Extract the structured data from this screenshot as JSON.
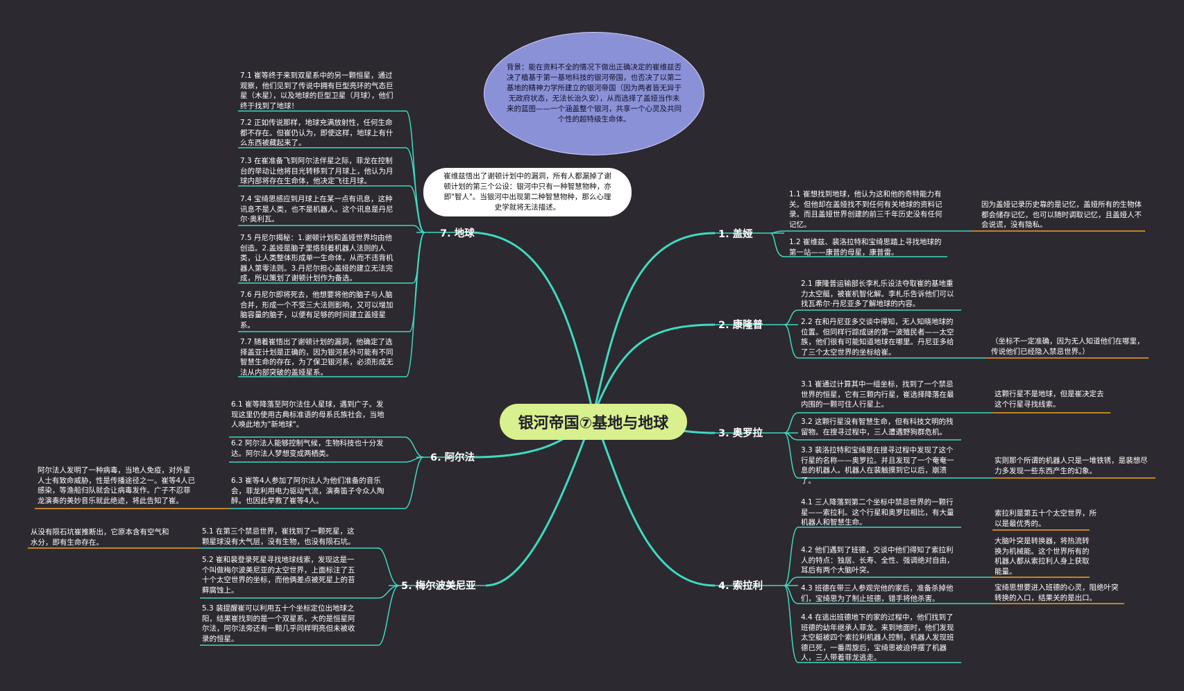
{
  "title": "银河帝国⑦基地与地球",
  "background_note": "背景：能在资料不全的情况下做出正确决定的崔维兹否决了植基于第一基地科技的银河帝国，也否决了以第二基地的精神力学所建立的银河帝国（因为两者皆无异于无政府状态，无法长治久安），从而选择了盖娅当作未来的蓝图——一个涵盖整个银河，共享一个心灵及共同个性的超特级生命体。",
  "callout": "崔维兹悟出了谢顿计划中的漏洞，所有人都漏掉了谢顿计划的第三个公设：银河中只有一种智慧物种，亦即\"智人\"。当银河中出现第二种智慧物种，那么心理史学就将无法描述。",
  "branches": {
    "b1": {
      "label": "1. 盖娅",
      "leaves": [
        "1.1 崔想找到地球，他认为这和他的奇特能力有关。但他却在盖娅找不到任何有关地球的资料记录。而且盖娅世界创建的前三千年历史没有任何记忆。",
        "1.2 崔维兹、裴洛拉特和宝绮思踏上寻找地球的第一站——康普的母星，康普雷。"
      ]
    },
    "b2": {
      "label": "2. 康隆普",
      "leaves": [
        "2.1 康隆普运输部长李札乐设法夺取崔的基地重力太空艇，被崔机智化解。李札乐告诉他们可以找瓦希尔·丹尼亚多了解地球的内容。",
        "2.2 在和丹尼亚多交谈中得知，无人知晓地球的位置。但同样行踪成谜的第一波殖民者——太空族，他们很有可能知道地球在哪里。丹尼亚多给了三个太空世界的坐标给崔。"
      ]
    },
    "b3": {
      "label": "3. 奥罗拉",
      "leaves": [
        "3.1 崔通过计算其中一组坐标，找到了一个禁忌世界的恒星，它有三颗内行星，崔选择降落在最内围的一颗可住人行星上。",
        "3.2 这颗行星没有智慧生命，但有科技文明的残留物。在搜寻过程中，三人遭遇野狗群危机。",
        "3.3  裴洛拉特和宝绮思在搜寻过程中发现了这个行星的名称——奥罗拉。并且发现了一个奄奄一息的机器人。机器人在裴触摸到它以后，崩溃了。"
      ]
    },
    "b4": {
      "label": "4. 索拉利",
      "leaves": [
        "4.1 三人降落到第二个坐标中禁忌世界的一颗行星——索拉利。这个行星和奥罗拉相比，有大量机器人和智慧生命。",
        "4.2 他们遇到了班德，交谈中他们得知了索拉利人的特点：独居、长寿、全性、强调绝对自由，耳后有两个大脑叶突。",
        "4.3 班德在带三人参观完他的家后，准备杀掉他们，宝绮思为了制止班德，错手将他杀害。",
        "4.4 在逃出班德地下的家的过程中，他们找到了班德的幼年继承人菲龙。来到地面时，他们发现太空艇被四个索拉利机器人控制，机器人发现班德已死，一番周旋后，宝绮思被迫停摆了机器人，三人带着菲龙逃走。"
      ]
    },
    "b5": {
      "label": "5. 梅尔波美尼亚",
      "leaves": [
        "5.1 在第三个禁忌世界，崔找到了一颗死星，这颗星球没有大气层，没有生物，也没有陨石坑。",
        "5.2 崔和裴登录死星寻找地球线索，发现这是一个叫做梅尔波美尼亚的太空世界，上面标注了五十个太空世界的坐标，而他俩差点被死星上的苔藓腐蚀上。",
        "5.3 裴提醒崔可以利用五十个坐标定位出地球之阳，结果崔找到的是一个双星系，大的是恒星阿尔法，阿尔法旁还有一颗几乎同样明亮但未被收录的恒星。"
      ]
    },
    "b6": {
      "label": "6. 阿尔法",
      "leaves": [
        "6.1 崔等降落至阿尔法住人星球，遇到广子。发现这里仍使用古典标准语的母系氏族社会，当地人唤此地为\"新地球\"。",
        "6.2 阿尔法人能够控制气候，生物科技也十分发达。阿尔法人梦想变成两栖类。",
        "6.3 崔等4人参加了阿尔法人为他们准备的音乐会，菲龙利用电力驱动气流，演奏笛子令众人陶醉。也因此举救了崔等4人。"
      ]
    },
    "b7": {
      "label": "7. 地球",
      "leaves": [
        "7.1  崔等终于来到双星系中的另一颗恒星，通过观察，他们见到了传说中拥有巨型亮环的气态巨星（木星），以及地球的巨型卫星（月球），他们终于找到了地球！",
        "7.2 正如传说那样，地球充满放射性，任何生命都不存在。但崔仍认为，即使这样，地球上有什么东西被藏起来了。",
        "7.3 在崔准备飞到阿尔法伴星之际，菲龙在控制台的举动让他将目光转移到了月球上，他认为月球内部将存在生命体，他决定飞往月球。",
        "7.4 宝绮思感应到月球上在某一点有讯息，这种讯息不是人类，也不是机器人。这个讯息是丹尼尔·奥利瓦。",
        "7.5 丹尼尔揭秘：1.谢顿计划和盖娅世界均由他创造。2.盖娅是脑子里烙刻着机器人法则的人类，让人类整体形成单一生命体，从而不违背机器人第零法则。3.丹尼尔担心盖娅的建立无法完成，所以策划了谢顿计划作为备选。",
        "7.6 丹尼尔即将死去，他想要将他的脑子与人脑合并，形成一个不受三大法则影响，又可以增加脑容量的脑子，以便有足够的时间建立盖娅星系。",
        "7.7 随着崔悟出了谢顿计划的漏洞，他确定了选择盖亚计划是正确的，因为银河系外可能有不同智慧生命的存在，为了保卫银河系，必须形成无法从内部突破的盖娅星系。"
      ]
    }
  },
  "notes": {
    "n1": "因为盖娅记录历史靠的是记忆，盖娅所有的生物体都会储存记忆，也可以随时调取记忆，且盖娅人不会说谎，没有隐私。",
    "n2": "（坐标不一定准确，因为无人知道他们在哪里，传说他们已经隐入禁忌世界。）",
    "n3": "这颗行星不是地球，但是崔决定去这个行星寻找线索。",
    "n4": "实则那个所谓的机器人只是一堆铁锈，是裴想尽力多发现一些东西产生的幻象。",
    "n5": "索拉利是第五十个太空世界，所以是最优秀的。",
    "n6": "大脑叶突是转换器，将热流转换为机械能。这个世界所有的机器人都从索拉利人身上获取能量。",
    "n7": "宝绮思想要进入班德的心灵，阻绝叶突转换的入口，结果关的是出口。",
    "n8": "阿尔法人发明了一种病毒，当地人免疫，对外星人士有致命威胁，性是传播途径之一。崔等4人已感染，等渔船归队就会让病毒发作。广子不忍菲龙演奏的美妙音乐就此绝迹，将此告知了崔。",
    "n9": "从没有陨石坑崔推断出，它原本含有空气和水分，即有生命存在。"
  },
  "colors": {
    "background": "#2d2930",
    "branch_line": "#3ddbc2",
    "note_line": "#f0a520",
    "center_fill": "#d8f08d",
    "bubble_fill": "#8b91d6"
  }
}
